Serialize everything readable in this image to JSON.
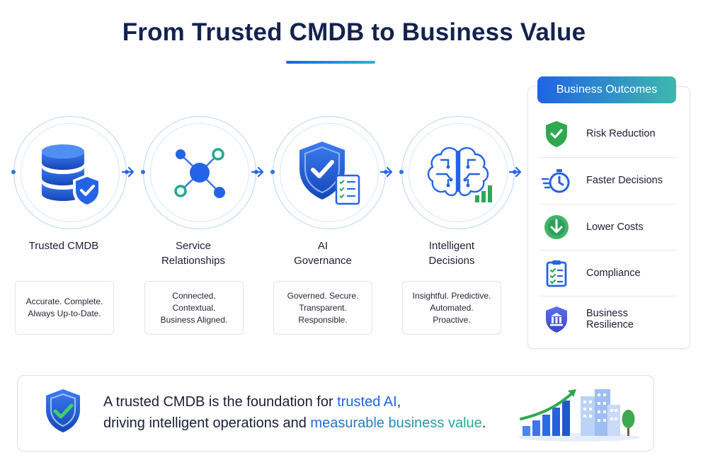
{
  "title": "From Trusted CMDB to Business Value",
  "stages": [
    {
      "label_line1": "Trusted CMDB",
      "label_line2": "",
      "icon": "database-shield-icon",
      "desc": [
        "Accurate. Complete.",
        "Always Up-to-Date."
      ]
    },
    {
      "label_line1": "Service",
      "label_line2": "Relationships",
      "icon": "network-nodes-icon",
      "desc": [
        "Connected.",
        "Contextual.",
        "Business Aligned."
      ]
    },
    {
      "label_line1": "AI",
      "label_line2": "Governance",
      "icon": "shield-checklist-icon",
      "desc": [
        "Governed. Secure.",
        "Transparent.",
        "Responsible."
      ]
    },
    {
      "label_line1": "Intelligent",
      "label_line2": "Decisions",
      "icon": "brain-chart-icon",
      "desc": [
        "Insightful. Predictive.",
        "Automated.",
        "Proactive."
      ]
    }
  ],
  "outcomes": {
    "header": "Business Outcomes",
    "items": [
      {
        "label": "Risk Reduction",
        "icon": "shield-check-icon"
      },
      {
        "label": "Faster Decisions",
        "icon": "stopwatch-icon"
      },
      {
        "label": "Lower Costs",
        "icon": "coin-down-icon"
      },
      {
        "label": "Compliance",
        "icon": "clipboard-checklist-icon"
      },
      {
        "label": "Business Resilience",
        "icon": "shield-building-icon"
      }
    ]
  },
  "banner": {
    "line1_a": "A trusted CMDB is the foundation for ",
    "line1_b": "trusted AI",
    "line1_c": ",",
    "line2_a": "driving intelligent operations and ",
    "line2_b": "measurable business value",
    "line2_c": ".",
    "icon": "shield-check-icon",
    "art": "growth-city-illustration"
  },
  "colors": {
    "navy": "#14224f",
    "blue": "#1f63e6",
    "green": "#2fa84f",
    "teal": "#22b8cf"
  }
}
